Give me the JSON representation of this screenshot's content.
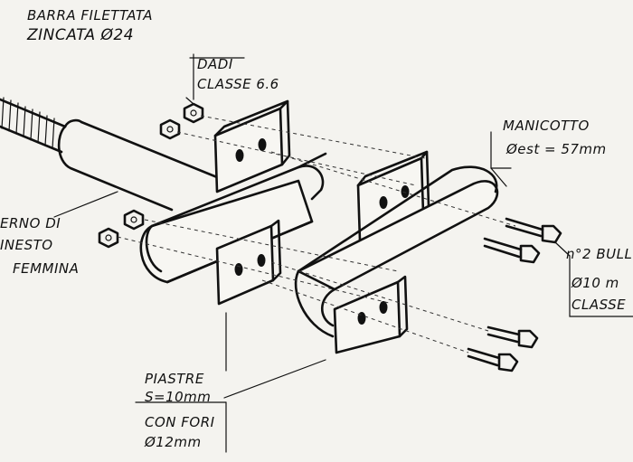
{
  "labels": {
    "barra_line1": "BARRA FILETTATA",
    "barra_line2": "ZINCATA Ø24",
    "dadi_line1": "DADI",
    "dadi_line2": "CLASSE 6.6",
    "manicotto_line1": "MANICOTTO",
    "manicotto_line2": "Øest = 57mm",
    "perno_line1": "ERNO DI",
    "perno_line2": "INESTO",
    "perno_line3": "FEMMINA",
    "bulloni_line1": "n°2 BULL",
    "bulloni_line2": "Ø10 m",
    "bulloni_line3": "CLASSE",
    "piastre_line1": "PIASTRE",
    "piastre_line2": "S=10mm",
    "piastre_line3": "CON FORI",
    "piastre_line4": "Ø12mm"
  },
  "colors": {
    "ink": "#111111",
    "paper": "#f4f3ef"
  }
}
